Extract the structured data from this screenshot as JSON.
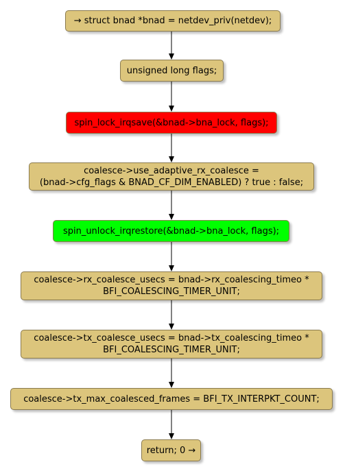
{
  "colors": {
    "node_fill": "#dcc57c",
    "node_border": "#8a7a4e",
    "lock_fill": "#ff0000",
    "unlock_fill": "#00ff00",
    "edge": "#000000"
  },
  "nodes": [
    {
      "id": "n1",
      "style": "plain",
      "lines": [
        "→ struct bnad *bnad = netdev_priv(netdev);"
      ]
    },
    {
      "id": "n2",
      "style": "plain",
      "lines": [
        "unsigned long flags;"
      ]
    },
    {
      "id": "n3",
      "style": "red",
      "lines": [
        "spin_lock_irqsave(&bnad->bna_lock, flags);"
      ]
    },
    {
      "id": "n4",
      "style": "plain",
      "lines": [
        "coalesce->use_adaptive_rx_coalesce =",
        "(bnad->cfg_flags & BNAD_CF_DIM_ENABLED) ? true : false;"
      ]
    },
    {
      "id": "n5",
      "style": "green",
      "lines": [
        "spin_unlock_irqrestore(&bnad->bna_lock, flags);"
      ]
    },
    {
      "id": "n6",
      "style": "plain",
      "lines": [
        "coalesce->rx_coalesce_usecs = bnad->rx_coalescing_timeo *",
        "BFI_COALESCING_TIMER_UNIT;"
      ]
    },
    {
      "id": "n7",
      "style": "plain",
      "lines": [
        "coalesce->tx_coalesce_usecs = bnad->tx_coalescing_timeo *",
        "BFI_COALESCING_TIMER_UNIT;"
      ]
    },
    {
      "id": "n8",
      "style": "plain",
      "lines": [
        "coalesce->tx_max_coalesced_frames = BFI_TX_INTERPKT_COUNT;"
      ]
    },
    {
      "id": "n9",
      "style": "plain",
      "lines": [
        "return; 0 →"
      ]
    }
  ],
  "edges": [
    [
      "n1",
      "n2"
    ],
    [
      "n2",
      "n3"
    ],
    [
      "n3",
      "n4"
    ],
    [
      "n4",
      "n5"
    ],
    [
      "n5",
      "n6"
    ],
    [
      "n6",
      "n7"
    ],
    [
      "n7",
      "n8"
    ],
    [
      "n8",
      "n9"
    ]
  ]
}
